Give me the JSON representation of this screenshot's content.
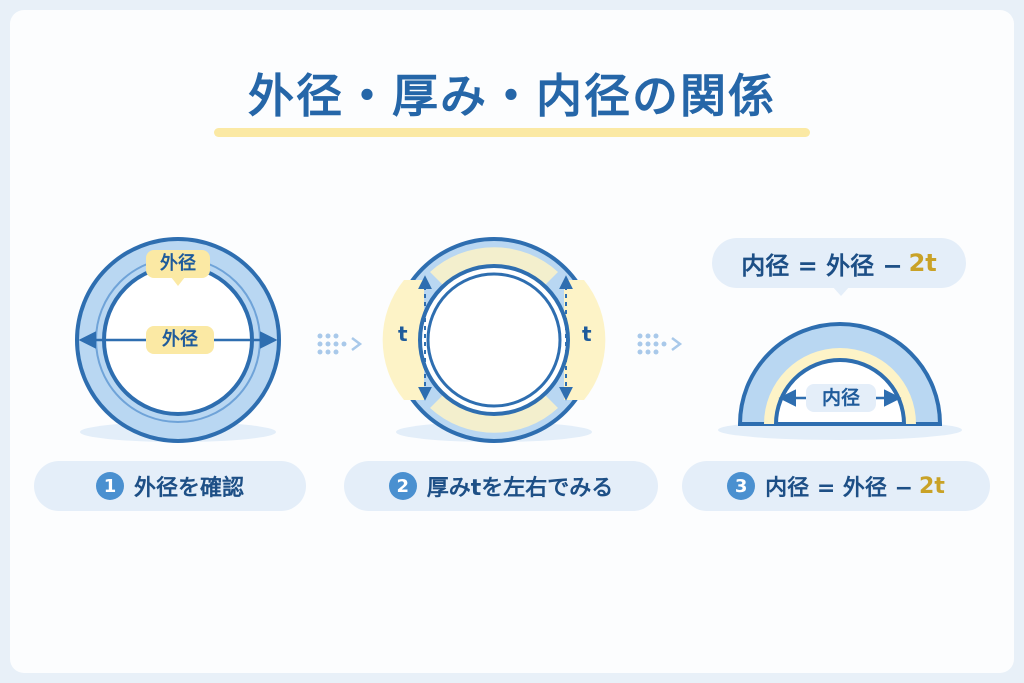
{
  "title": "外径・厚み・内径の関係",
  "step1": {
    "outer_tag": "外径",
    "diameter_label": "外径",
    "number": "1",
    "caption": "外径を確認"
  },
  "step2": {
    "thickness_left": "t",
    "thickness_right": "t",
    "number": "2",
    "caption": "厚みtを左右でみる"
  },
  "step3": {
    "bubble_prefix": "内径 = 外径 −",
    "bubble_highlight": "2t",
    "inner_label": "内径",
    "number": "3",
    "caption_prefix": "内径 = 外径 −",
    "caption_highlight": "2t"
  },
  "colors": {
    "ring_fill": "#b9d7f2",
    "ring_stroke": "#2e6eb0",
    "thickness_band": "#fdf3c7",
    "accent_gold": "#c9a227",
    "title_blue": "#2566a8"
  }
}
